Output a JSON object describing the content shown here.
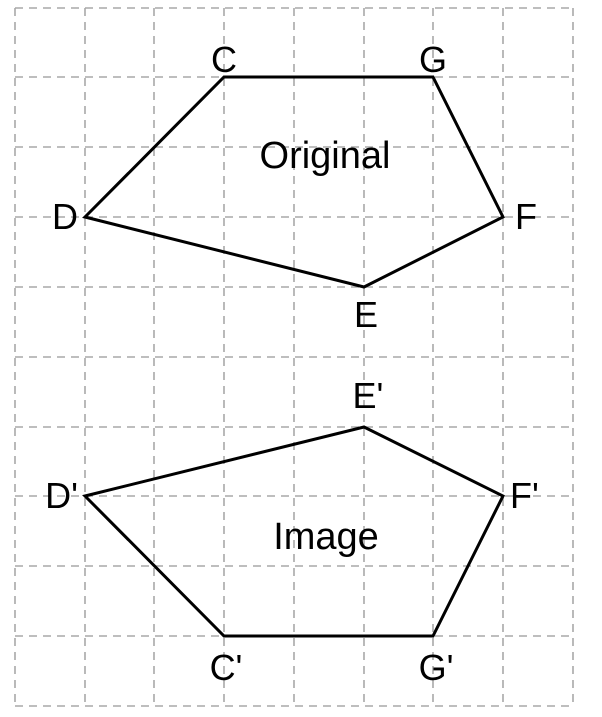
{
  "original": {
    "title": "Original",
    "vertices": {
      "C": "C",
      "G": "G",
      "F": "F",
      "E": "E",
      "D": "D"
    }
  },
  "image": {
    "title": "Image",
    "vertices": {
      "C": "C'",
      "G": "G'",
      "F": "F'",
      "E": "E'",
      "D": "D'"
    }
  }
}
